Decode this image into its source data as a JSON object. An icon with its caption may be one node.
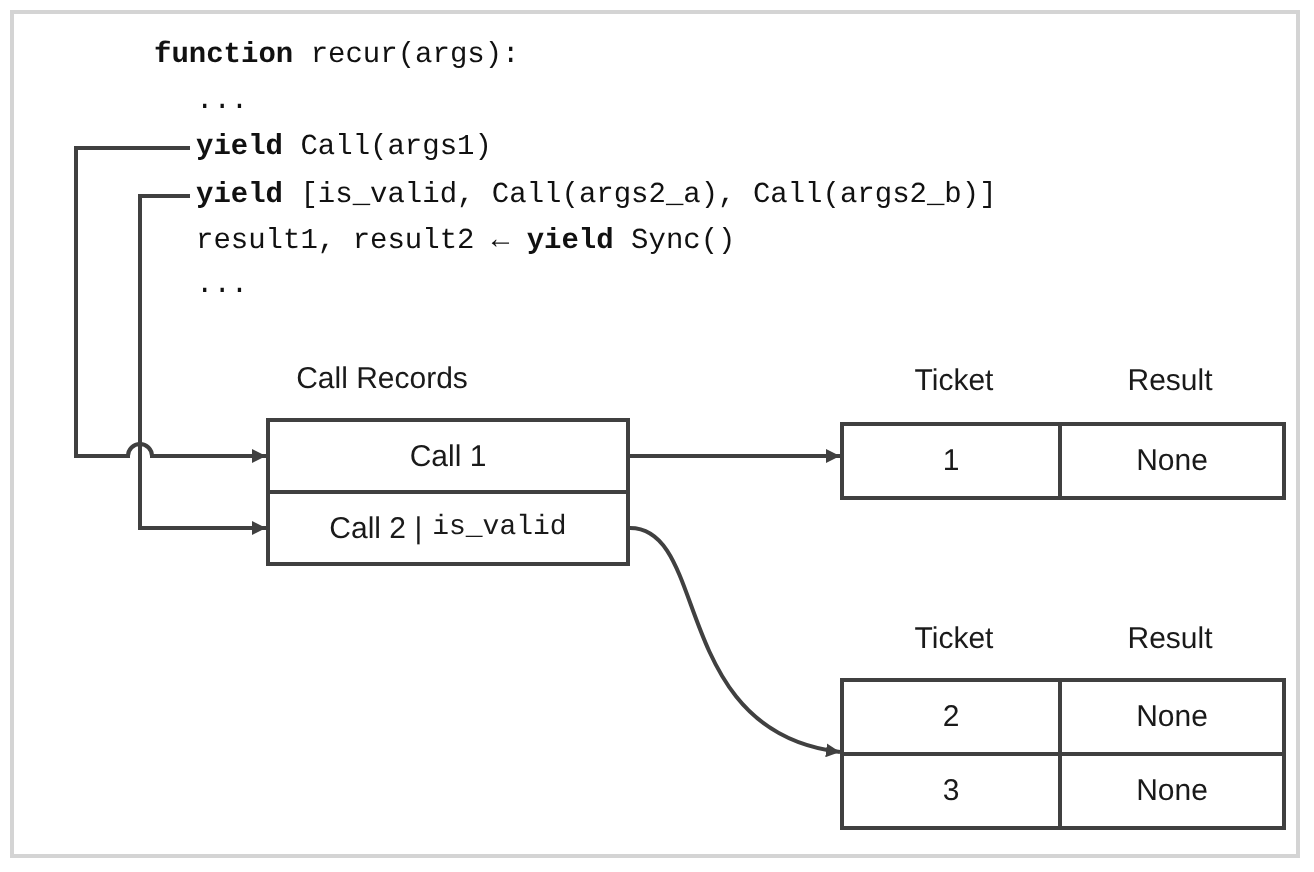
{
  "diagram": {
    "nodes": [
      {
        "text": [
          "**yield** Call(args1)"
        ]
      },
      {
        "text": [
          "**yield** [is_valid, Call(args2_a), Call(args2_b)]"
        ]
      },
      {
        "text": [
          "Call 1"
        ]
      },
      {
        "text": [
          "Call 2 |",
          "is_valid"
        ]
      },
      {
        "text": [
          "1",
          "None"
        ]
      },
      {
        "text": [
          "2",
          "None",
          "3",
          "None"
        ]
      }
    ],
    "edges": [
      {
        "from": 0,
        "to": 2,
        "arrow": "to"
      },
      {
        "from": 1,
        "to": 3,
        "arrow": "to"
      },
      {
        "from": 2,
        "to": 4,
        "arrow": "to"
      },
      {
        "from": 3,
        "to": 5,
        "arrow": "to"
      }
    ],
    "labels": [
      "**function** recur(args):",
      "...",
      "result1, result2 ← **yield** Sync()",
      "...",
      "Call Records",
      "Ticket",
      "Result",
      "Ticket",
      "Result"
    ]
  }
}
